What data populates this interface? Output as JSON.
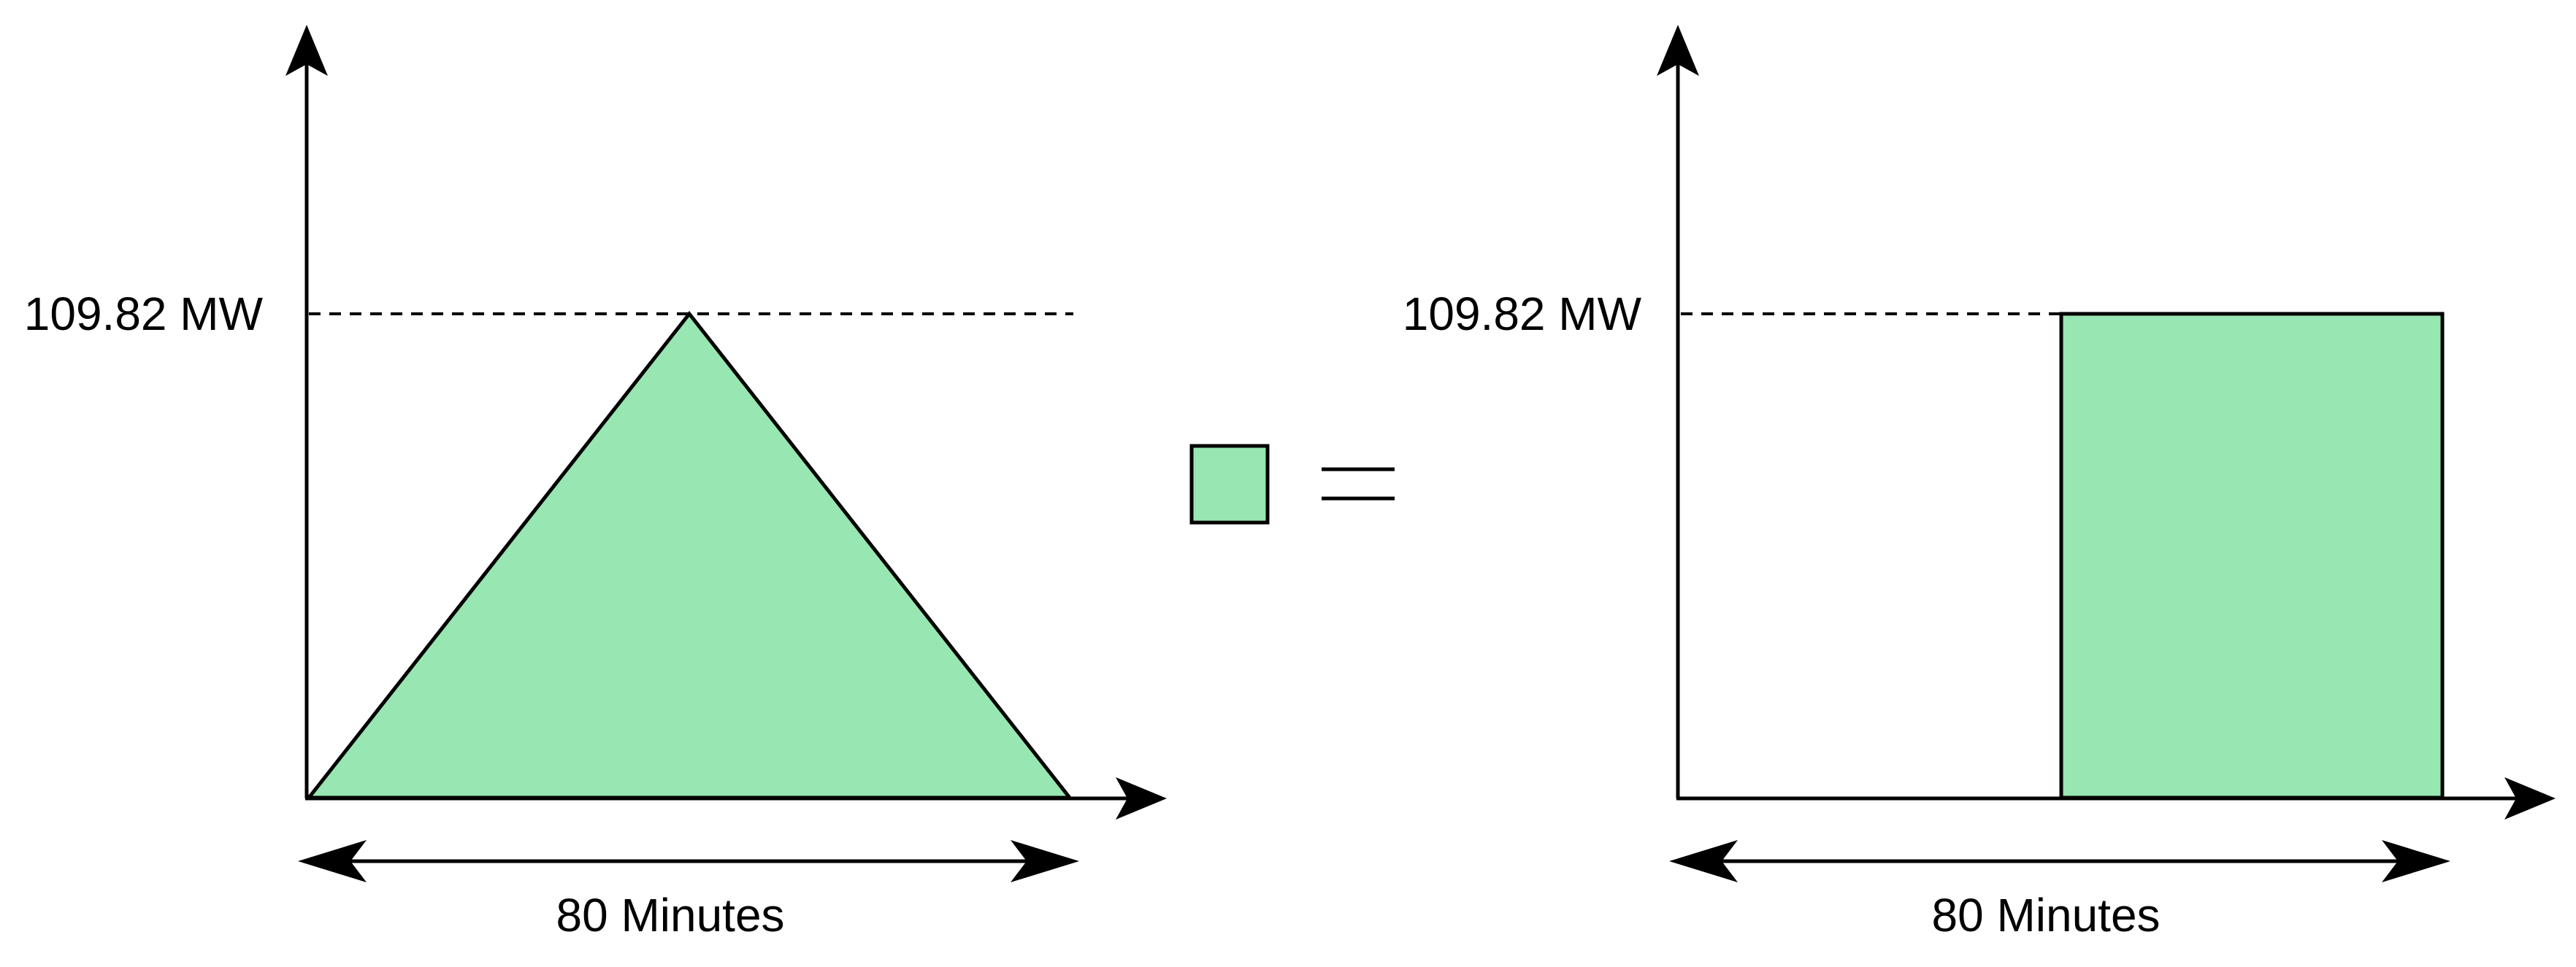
{
  "colors": {
    "fill": "#98e6b1",
    "stroke": "#000000",
    "background": "#ffffff"
  },
  "left_panel": {
    "shape": "triangle",
    "peak_label": "109.82 MW",
    "duration_label": "80 Minutes"
  },
  "equals_legend": {
    "swatch_shape": "square",
    "symbol": "equals"
  },
  "right_panel": {
    "shape": "rectangle",
    "level_label": "109.82 MW",
    "duration_label": "80 Minutes"
  }
}
